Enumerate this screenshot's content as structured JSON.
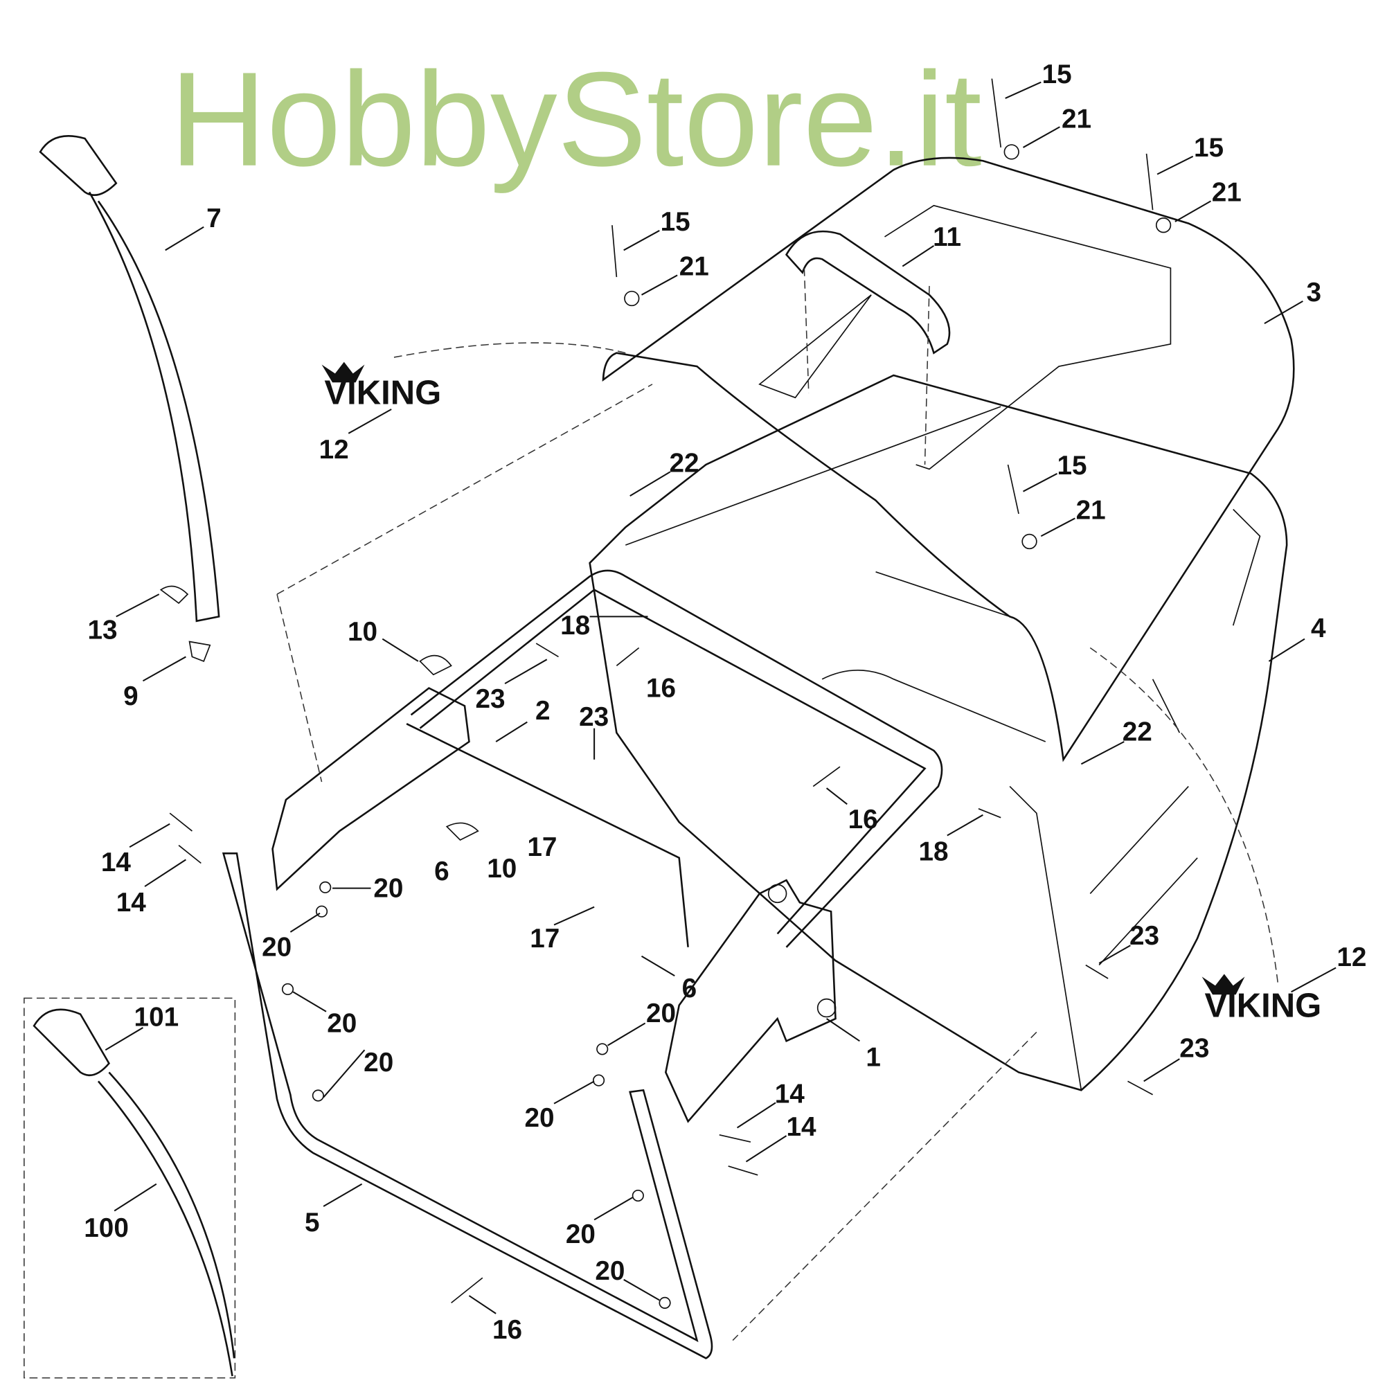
{
  "watermark": "HobbyStore.it",
  "logo_text": "VIKING",
  "colors": {
    "watermark": "#a9c97a",
    "lines": "#111111"
  },
  "callouts": [
    "15",
    "21",
    "15",
    "21",
    "15",
    "21",
    "11",
    "3",
    "12",
    "22",
    "15",
    "21",
    "7",
    "13",
    "9",
    "10",
    "18",
    "16",
    "23",
    "2",
    "23",
    "4",
    "22",
    "16",
    "18",
    "17",
    "10",
    "6",
    "20",
    "14",
    "14",
    "20",
    "17",
    "6",
    "20",
    "20",
    "101",
    "100",
    "20",
    "1",
    "23",
    "12",
    "23",
    "14",
    "14",
    "20",
    "5",
    "20",
    "20",
    "16"
  ]
}
